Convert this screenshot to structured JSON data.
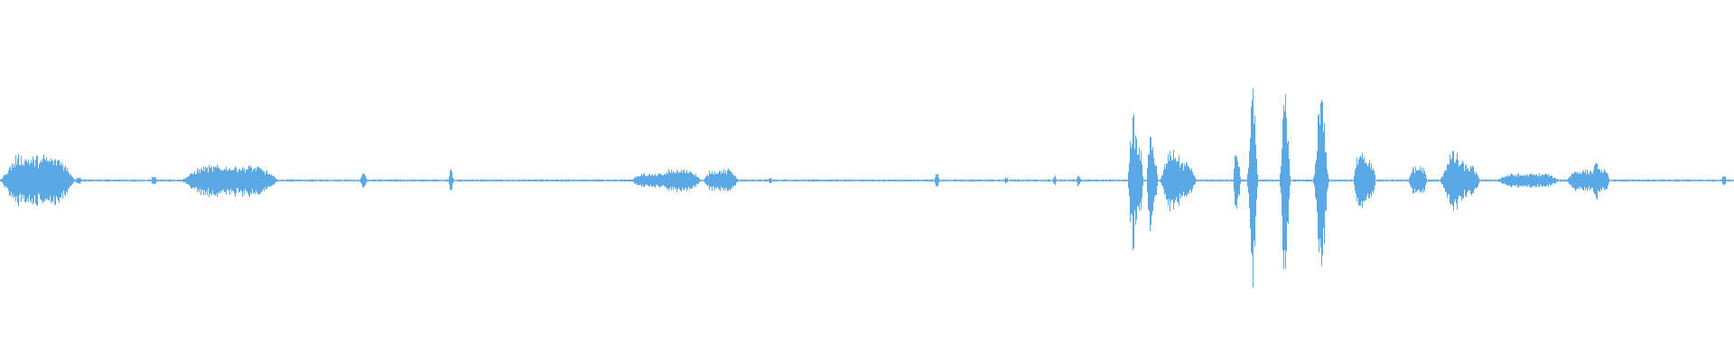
{
  "waveform": {
    "color": "#5aa9e6",
    "background": "#ffffff",
    "baseline_level": 0.0,
    "segments": [
      {
        "start": 0.0,
        "end": 0.043,
        "amplitude": 0.18,
        "profile": "noise"
      },
      {
        "start": 0.043,
        "end": 0.047,
        "amplitude": 0.03,
        "profile": "noise"
      },
      {
        "start": 0.087,
        "end": 0.09,
        "amplitude": 0.04,
        "profile": "noise"
      },
      {
        "start": 0.104,
        "end": 0.161,
        "amplitude": 0.11,
        "profile": "noise"
      },
      {
        "start": 0.207,
        "end": 0.212,
        "amplitude": 0.08,
        "profile": "burst"
      },
      {
        "start": 0.258,
        "end": 0.262,
        "amplitude": 0.1,
        "profile": "burst"
      },
      {
        "start": 0.363,
        "end": 0.39,
        "amplitude": 0.05,
        "profile": "noise"
      },
      {
        "start": 0.38,
        "end": 0.404,
        "amplitude": 0.08,
        "profile": "noise"
      },
      {
        "start": 0.405,
        "end": 0.426,
        "amplitude": 0.08,
        "profile": "noise"
      },
      {
        "start": 0.442,
        "end": 0.446,
        "amplitude": 0.03,
        "profile": "burst"
      },
      {
        "start": 0.538,
        "end": 0.542,
        "amplitude": 0.06,
        "profile": "burst"
      },
      {
        "start": 0.578,
        "end": 0.582,
        "amplitude": 0.03,
        "profile": "burst"
      },
      {
        "start": 0.606,
        "end": 0.61,
        "amplitude": 0.04,
        "profile": "burst"
      },
      {
        "start": 0.62,
        "end": 0.624,
        "amplitude": 0.05,
        "profile": "burst"
      },
      {
        "start": 0.65,
        "end": 0.661,
        "amplitude": 0.6,
        "profile": "vowel"
      },
      {
        "start": 0.661,
        "end": 0.669,
        "amplitude": 0.48,
        "profile": "vowel"
      },
      {
        "start": 0.669,
        "end": 0.694,
        "amplitude": 0.3,
        "profile": "vowel"
      },
      {
        "start": 0.711,
        "end": 0.716,
        "amplitude": 0.3,
        "profile": "vowel"
      },
      {
        "start": 0.718,
        "end": 0.726,
        "amplitude": 0.75,
        "profile": "spike"
      },
      {
        "start": 0.737,
        "end": 0.745,
        "amplitude": 0.75,
        "profile": "spike"
      },
      {
        "start": 0.756,
        "end": 0.767,
        "amplitude": 0.75,
        "profile": "spike"
      },
      {
        "start": 0.78,
        "end": 0.796,
        "amplitude": 0.35,
        "profile": "vowel"
      },
      {
        "start": 0.812,
        "end": 0.823,
        "amplitude": 0.1,
        "profile": "noise"
      },
      {
        "start": 0.83,
        "end": 0.858,
        "amplitude": 0.27,
        "profile": "vowel"
      },
      {
        "start": 0.862,
        "end": 0.9,
        "amplitude": 0.05,
        "profile": "noise"
      },
      {
        "start": 0.903,
        "end": 0.924,
        "amplitude": 0.08,
        "profile": "noise"
      },
      {
        "start": 0.917,
        "end": 0.93,
        "amplitude": 0.18,
        "profile": "vowel"
      },
      {
        "start": 0.992,
        "end": 0.996,
        "amplitude": 0.06,
        "profile": "burst"
      }
    ]
  }
}
